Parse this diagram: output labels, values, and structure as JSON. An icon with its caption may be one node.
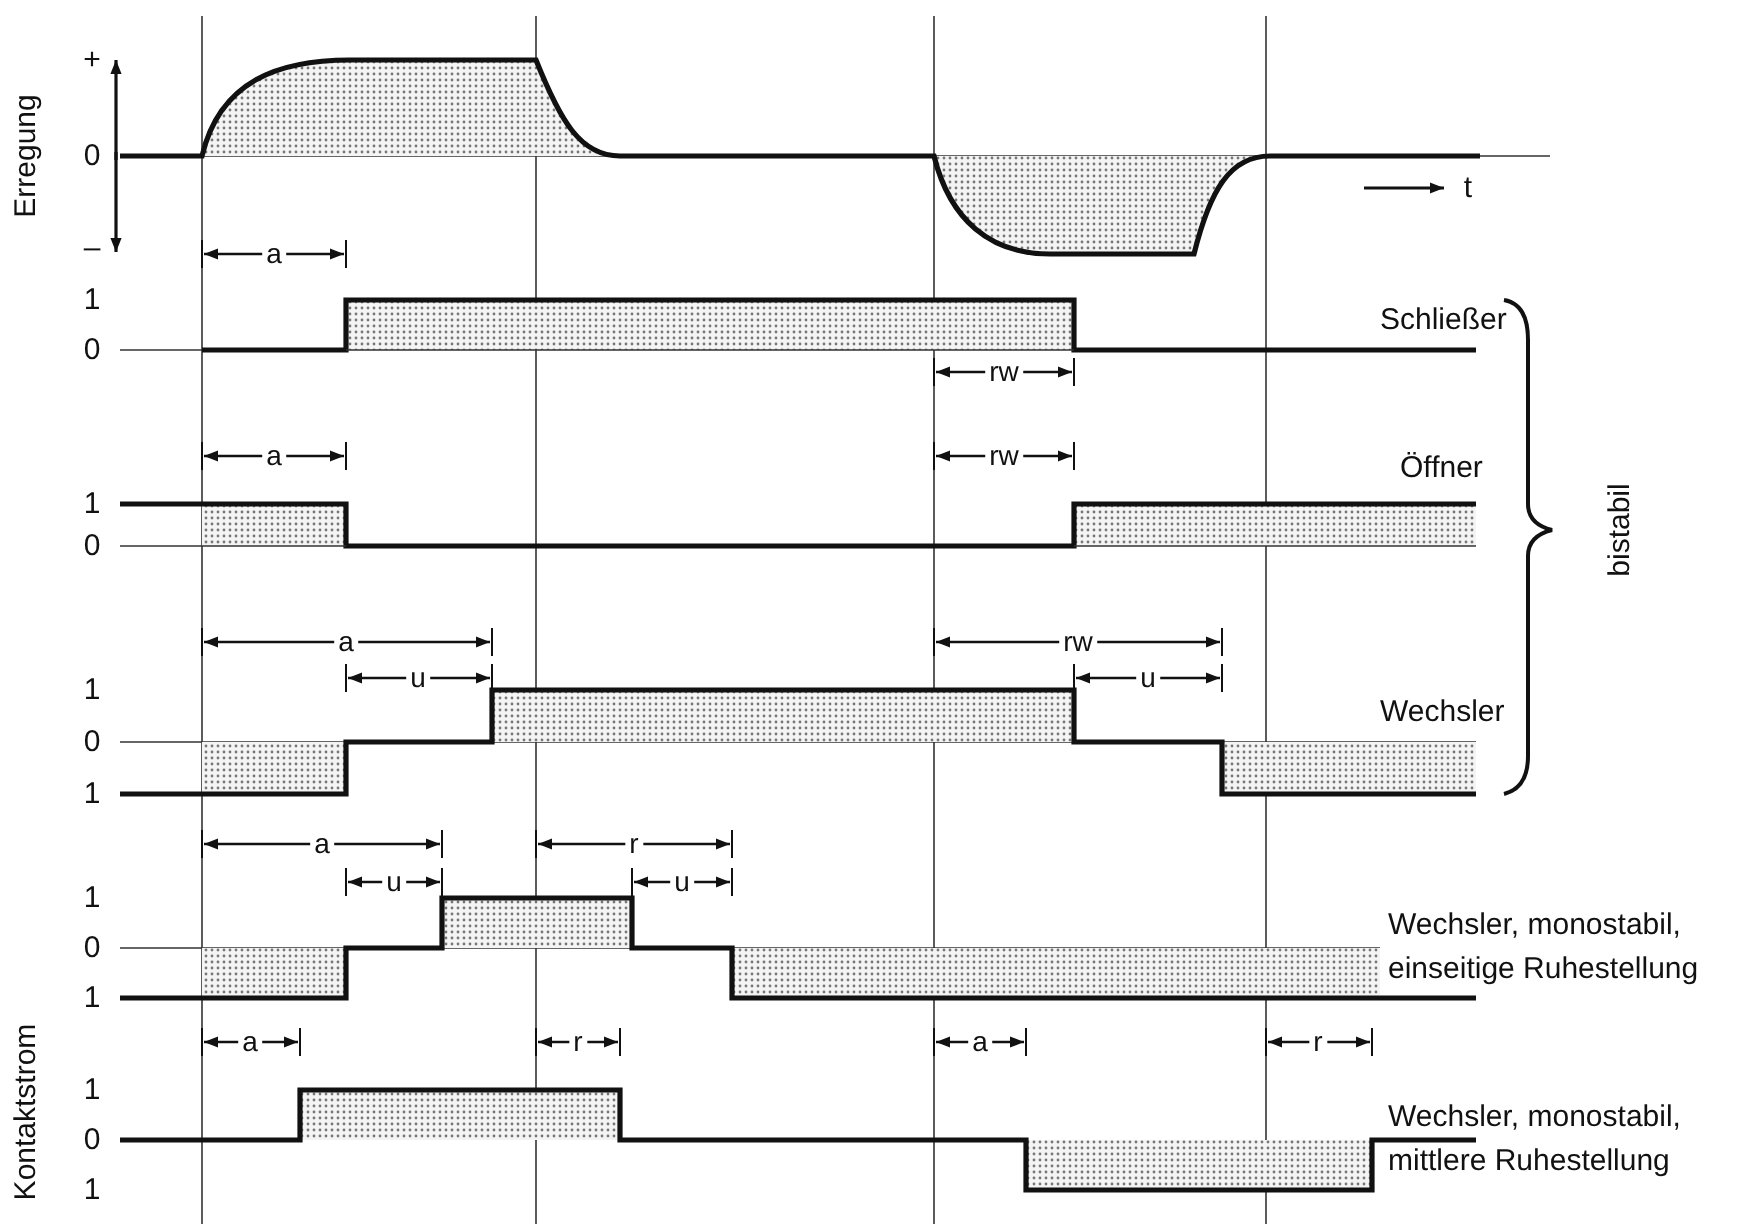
{
  "diagram": {
    "labels": [
      "+",
      "0",
      "–",
      "Erregung",
      "t",
      "a",
      "1",
      "0",
      "Schließer",
      "rw",
      "a",
      "rw",
      "Öffner",
      "1",
      "0",
      "bistabil",
      "a",
      "rw",
      "u",
      "u",
      "1",
      "Wechsler",
      "0",
      "1",
      "a",
      "r",
      "u",
      "u",
      "1",
      "Wechsler, monostabil, einseitige Ruhestellung",
      "0",
      "1",
      "a",
      "r",
      "a",
      "r",
      "1",
      "Wechsler, monostabil, mittlere Ruhestellung",
      "0",
      "1",
      "Kontaktstrom"
    ]
  }
}
